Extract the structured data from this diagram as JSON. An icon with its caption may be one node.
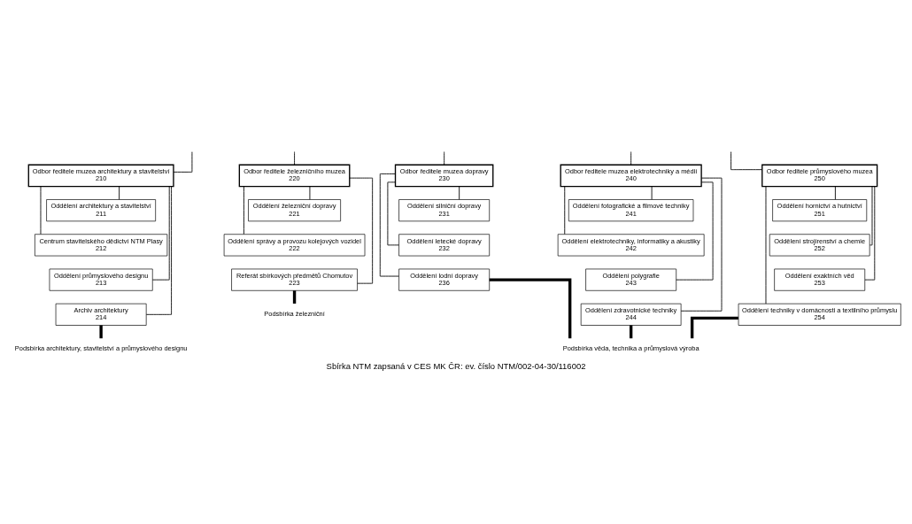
{
  "diagram": {
    "caption": "Sbírka NTM zapsaná v CES MK ČR: ev. číslo NTM/002-04-30/116002",
    "nodes": [
      {
        "text": [
          "Odbor ředitele muzea architektury a stavitelství",
          "210"
        ]
      },
      {
        "text": [
          "Oddělení architektury a stavitelství",
          "211"
        ]
      },
      {
        "text": [
          "Centrum stavitelského dědictví NTM Plasy",
          "212"
        ]
      },
      {
        "text": [
          "Oddělení průmyslového designu",
          "213"
        ]
      },
      {
        "text": [
          "Archiv architektury",
          "214"
        ]
      },
      {
        "text": [
          "Odbor ředitele železničního muzea",
          "220"
        ]
      },
      {
        "text": [
          "Oddělení železniční dopravy",
          "221"
        ]
      },
      {
        "text": [
          "Oddělení správy a provozu kolejových vozidel",
          "222"
        ]
      },
      {
        "text": [
          "Referát sbírkových předmětů Chomutov",
          "223"
        ]
      },
      {
        "text": [
          "Odbor ředitele muzea dopravy",
          "230"
        ]
      },
      {
        "text": [
          "Oddělení silniční dopravy",
          "231"
        ]
      },
      {
        "text": [
          "Oddělení letecké dopravy",
          "232"
        ]
      },
      {
        "text": [
          "Oddělení lodní dopravy",
          "236"
        ]
      },
      {
        "text": [
          "Odbor ředitele muzea elektrotechniky a médií",
          "240"
        ]
      },
      {
        "text": [
          "Oddělení fotografické a filmové techniky",
          "241"
        ]
      },
      {
        "text": [
          "Oddělení elektrotechniky, informatiky a akustiky",
          "242"
        ]
      },
      {
        "text": [
          "Oddělení polygrafie",
          "243"
        ]
      },
      {
        "text": [
          "Oddělení zdravotnické techniky",
          "244"
        ]
      },
      {
        "text": [
          "Odbor ředitele průmyslového muzea",
          "250"
        ]
      },
      {
        "text": [
          "Oddělení hornictví a hutnictví",
          "251"
        ]
      },
      {
        "text": [
          "Oddělení strojírenství a chemie",
          "252"
        ]
      },
      {
        "text": [
          "Oddělení exaktních věd",
          "253"
        ]
      },
      {
        "text": [
          "Oddělení techniky v domácnosti a textilního průmyslu",
          "254"
        ]
      },
      {
        "text": [
          "Podsbírka architektury, stavitelství a průmyslového designu"
        ]
      },
      {
        "text": [
          "Podsbírka železniční"
        ]
      },
      {
        "text": [
          "Podsbírka věda, technika a průmyslová výroba"
        ]
      }
    ],
    "edges": [
      {
        "from": null,
        "to": 0,
        "arrow": "none"
      },
      {
        "from": null,
        "to": 5,
        "arrow": "none"
      },
      {
        "from": null,
        "to": 9,
        "arrow": "none"
      },
      {
        "from": null,
        "to": 13,
        "arrow": "none"
      },
      {
        "from": null,
        "to": 18,
        "arrow": "none"
      },
      {
        "from": 0,
        "to": 1,
        "arrow": "none"
      },
      {
        "from": 0,
        "to": 2,
        "arrow": "none"
      },
      {
        "from": 0,
        "to": 3,
        "arrow": "none"
      },
      {
        "from": 0,
        "to": 4,
        "arrow": "none"
      },
      {
        "from": 5,
        "to": 6,
        "arrow": "none"
      },
      {
        "from": 5,
        "to": 7,
        "arrow": "none"
      },
      {
        "from": 5,
        "to": 8,
        "arrow": "none"
      },
      {
        "from": 9,
        "to": 10,
        "arrow": "none"
      },
      {
        "from": 9,
        "to": 11,
        "arrow": "none"
      },
      {
        "from": 9,
        "to": 12,
        "arrow": "none"
      },
      {
        "from": 13,
        "to": 14,
        "arrow": "none"
      },
      {
        "from": 13,
        "to": 15,
        "arrow": "none"
      },
      {
        "from": 13,
        "to": 16,
        "arrow": "none"
      },
      {
        "from": 13,
        "to": 17,
        "arrow": "none"
      },
      {
        "from": 18,
        "to": 19,
        "arrow": "none"
      },
      {
        "from": 18,
        "to": 20,
        "arrow": "none"
      },
      {
        "from": 18,
        "to": 21,
        "arrow": "none"
      },
      {
        "from": 18,
        "to": 22,
        "arrow": "none"
      },
      {
        "from": 4,
        "to": 23,
        "arrow": "none",
        "style": "thick"
      },
      {
        "from": 8,
        "to": 24,
        "arrow": "none",
        "style": "thick"
      },
      {
        "from": 12,
        "to": 25,
        "arrow": "none",
        "style": "thick"
      },
      {
        "from": 17,
        "to": 25,
        "arrow": "none",
        "style": "thick"
      },
      {
        "from": 22,
        "to": 25,
        "arrow": "none",
        "style": "thick"
      }
    ]
  }
}
